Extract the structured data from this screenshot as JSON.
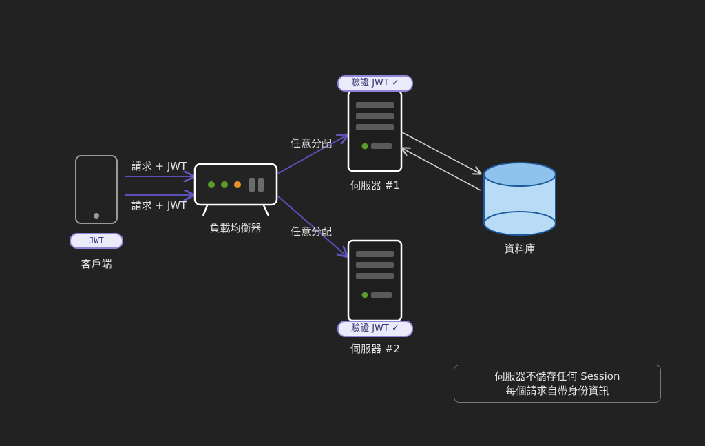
{
  "client": {
    "label": "客戶端",
    "token": "JWT"
  },
  "requests": {
    "top": "請求 + JWT",
    "bottom": "請求 + JWT"
  },
  "load_balancer": {
    "label": "負載均衡器"
  },
  "distribution": {
    "top": "任意分配",
    "bottom": "任意分配"
  },
  "server1": {
    "label": "伺服器 #1",
    "badge": "驗證 JWT ✓"
  },
  "server2": {
    "label": "伺服器 #2",
    "badge": "驗證 JWT ✓"
  },
  "database": {
    "label": "資料庫"
  },
  "note": {
    "line1": "伺服器不儲存任何 Session",
    "line2": "每個請求自帶身份資訊"
  },
  "colors": {
    "background": "#222222",
    "arrow_purple": "#5b50b8",
    "db_fill": "#b9dcf6",
    "db_stroke": "#1f5a9c",
    "led_green": "#5c9a2e",
    "led_orange": "#e8912a"
  }
}
